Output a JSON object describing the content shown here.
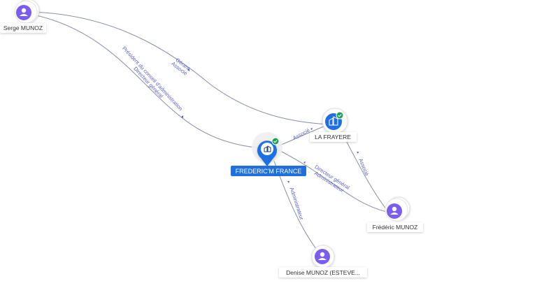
{
  "nodes": {
    "serge": {
      "label": "Serge MUNOZ",
      "type": "person"
    },
    "frederic_m_france": {
      "label": "FREDERIC'M FRANCE",
      "type": "company-main",
      "verified": true
    },
    "la_frayere": {
      "label": "LA FRAYERE",
      "type": "company",
      "verified": true
    },
    "frederic": {
      "label": "Frédéric MUNOZ",
      "type": "person"
    },
    "denise": {
      "label": "Denise MUNOZ (ESTEVE...",
      "type": "person"
    }
  },
  "edges": {
    "serge_lafrayere": {
      "line1": "Gérant",
      "line2": "Associé"
    },
    "serge_fmf": {
      "line1": "Président du conseil d'administration",
      "line2": "Directeur général"
    },
    "fmf_lafrayere": {
      "line1": "Associé"
    },
    "frederic_lafrayere": {
      "line1": "Associé"
    },
    "frederic_fmf": {
      "line1": "Directeur général",
      "line2": "Administrateur"
    },
    "denise_fmf": {
      "line1": "Administrateur"
    }
  },
  "colors": {
    "person": "#7b5cf0",
    "company": "#1f6fe0",
    "verified": "#1aa253",
    "edge": "#8a90a6",
    "edge_label": "#5b5fc7"
  }
}
